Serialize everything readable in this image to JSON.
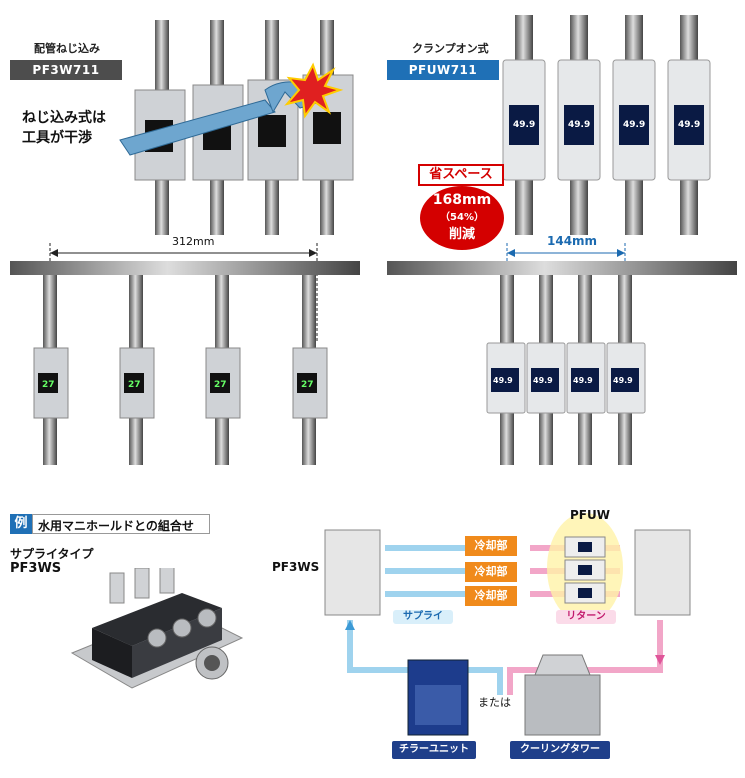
{
  "top_left": {
    "caption": "配管ねじ込み",
    "model": "PF3W711",
    "note_line1": "ねじ込み式は",
    "note_line2": "工具が干渉",
    "dimension": "312mm",
    "display_value": "27"
  },
  "top_right": {
    "caption": "クランプオン式",
    "model": "PFUW711",
    "save_label": "省スペース",
    "save_value": "168mm",
    "save_percent": "（54%）",
    "save_word": "削減",
    "dimension": "144mm",
    "display_value": "49.9"
  },
  "example": {
    "tag": "例",
    "title": "水用マニホールドとの組合せ",
    "supply_type": "サプライタイプ",
    "supply_model": "PF3WS"
  },
  "diagram": {
    "pfuw_label": "PFUW",
    "pf3ws_label": "PF3WS",
    "cooling_units": [
      "冷却部",
      "冷却部",
      "冷却部"
    ],
    "supply_label": "サプライ",
    "return_label": "リターン",
    "or_text": "または",
    "chiller_label": "チラーユニット",
    "tower_label": "クーリングタワー"
  },
  "colors": {
    "accent_blue": "#1f70b6",
    "dark_tag": "#4d4d4d",
    "alert_red": "#d40000",
    "cooling_orange": "#f08a1b",
    "supply_flow": "#9fd3ee",
    "return_flow": "#f2a6c8"
  }
}
